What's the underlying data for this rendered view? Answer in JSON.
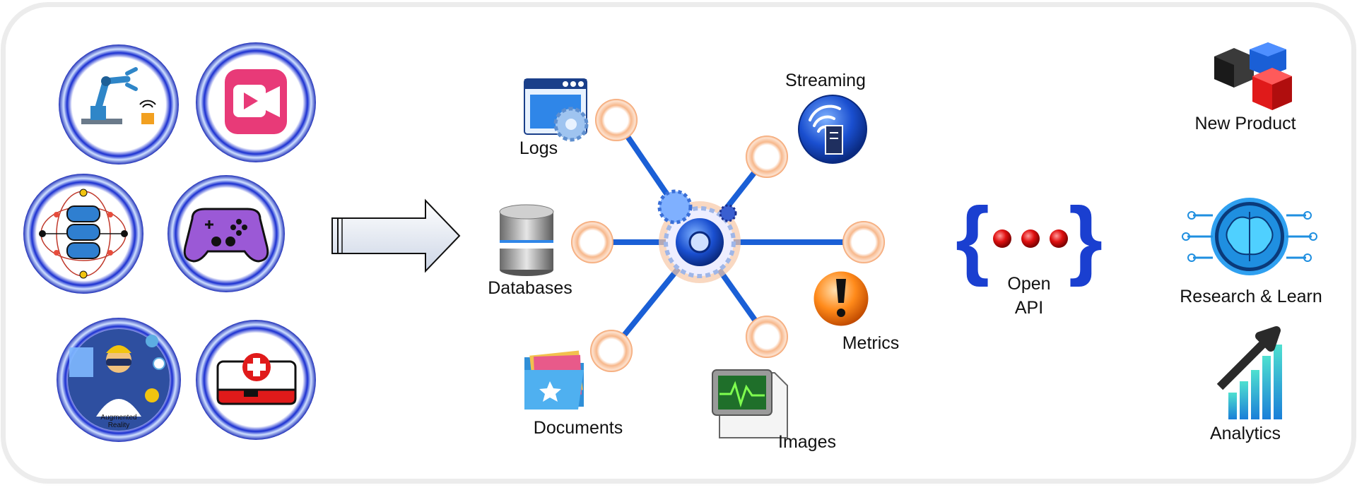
{
  "sources": {
    "ar_label_line1": "Augmented",
    "ar_label_line2": "Reality"
  },
  "hub": {
    "logs": "Logs",
    "streaming": "Streaming",
    "databases": "Databases",
    "metrics": "Metrics",
    "documents": "Documents",
    "images": "Images"
  },
  "api": {
    "line1": "Open",
    "line2": "API"
  },
  "outputs": {
    "new_product": "New Product",
    "research": "Research & Learn",
    "analytics": "Analytics"
  },
  "colors": {
    "ring_blue": "#1428c8",
    "spoke_blue": "#1a5fd6",
    "node_orange": "#f3a06a",
    "red": "#e01a1a"
  },
  "icons": [
    "robot-arm-icon",
    "video-icon",
    "database-network-icon",
    "gamepad-icon",
    "augmented-reality-icon",
    "first-aid-icon",
    "arrow-icon",
    "logs-icon",
    "streaming-icon",
    "database-icon",
    "gear-hub-icon",
    "metrics-icon",
    "folder-icon",
    "image-chart-icon",
    "open-api-icon",
    "cubes-icon",
    "brain-icon",
    "analytics-icon"
  ]
}
